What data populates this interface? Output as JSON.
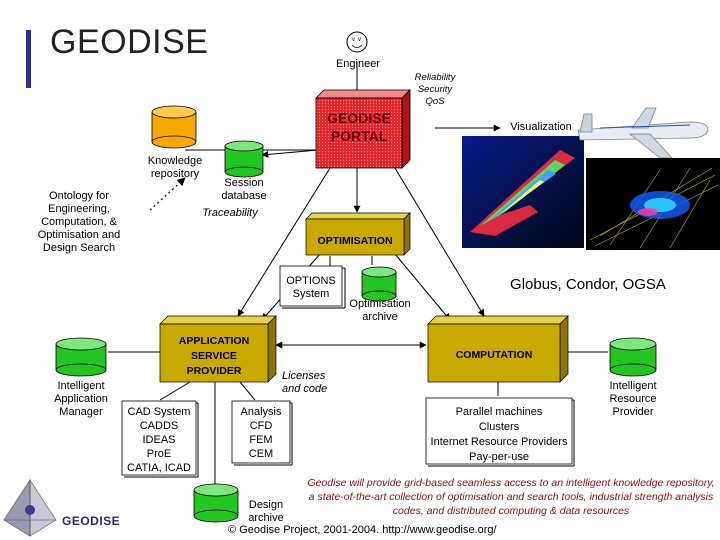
{
  "slide": {
    "title": "GEODISE"
  },
  "nodes": {
    "engineer": "Engineer",
    "reliability": [
      "Reliability",
      "Security",
      "QoS"
    ],
    "portal": [
      "GEODISE",
      "PORTAL"
    ],
    "visualization": "Visualization",
    "knowledge_repository": [
      "Knowledge",
      "repository"
    ],
    "session_database": [
      "Session",
      "database"
    ],
    "traceability": "Traceability",
    "ontology": [
      "Ontology for",
      "Engineering,",
      "Computation, &",
      "Optimisation and",
      "Design Search"
    ],
    "optimisation": "OPTIMISATION",
    "options_system": [
      "OPTIONS",
      "System"
    ],
    "optimisation_archive": [
      "Optimisation",
      "archive"
    ],
    "middleware": "Globus, Condor, OGSA",
    "asp": [
      "APPLICATION",
      "SERVICE",
      "PROVIDER"
    ],
    "computation": "COMPUTATION",
    "licenses": [
      "Licenses",
      "and code"
    ],
    "intelligent_app_manager": [
      "Intelligent",
      "Application",
      "Manager"
    ],
    "intelligent_resource_provider": [
      "Intelligent",
      "Resource",
      "Provider"
    ],
    "cad_system": [
      "CAD System",
      "CADDS",
      "IDEAS",
      "ProE",
      "CATIA, ICAD"
    ],
    "analysis": [
      "Analysis",
      "CFD",
      "FEM",
      "CEM"
    ],
    "computation_resources": [
      "Parallel machines",
      "Clusters",
      "Internet Resource Providers",
      "Pay-per-use"
    ],
    "design_archive": [
      "Design",
      "archive"
    ]
  },
  "footer": {
    "caption": "Geodise will provide grid-based seamless access to an intelligent knowledge repository, a state-of-the-art collection of optimisation and search tools, industrial strength analysis codes, and distributed computing & data resources",
    "copyright": "© Geodise Project, 2001-2004. http://www.geodise.org/",
    "logo_text": "GEODISE"
  },
  "colors": {
    "portal_red": "#e8232a",
    "box_olive": "#c9a800",
    "cyl_orange": "#f5a800",
    "cyl_green": "#22c522",
    "caption_red": "#8b1010",
    "title_bar": "#2b2b9a"
  }
}
